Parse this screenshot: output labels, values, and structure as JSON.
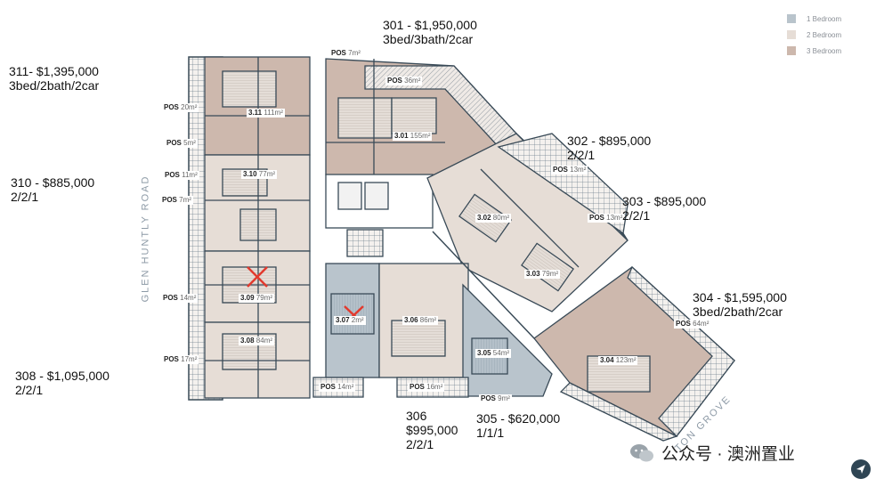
{
  "legend": [
    {
      "label": "1 Bedroom",
      "color": "#b9c4cc"
    },
    {
      "label": "2 Bedroom",
      "color": "#e6ddd6"
    },
    {
      "label": "3 Bedroom",
      "color": "#cdb8ad"
    }
  ],
  "road_label": "GLEN HUNTLY ROAD",
  "street_label": "TON GROVE",
  "pos_label": "POS",
  "units": [
    {
      "id": "3.11",
      "area": "111m²"
    },
    {
      "id": "3.01",
      "area": "155m²"
    },
    {
      "id": "3.10",
      "area": "77m²"
    },
    {
      "id": "3.02",
      "area": "80m²"
    },
    {
      "id": "3.09",
      "area": "79m²"
    },
    {
      "id": "3.03",
      "area": "79m²"
    },
    {
      "id": "3.07",
      "area": "2m²"
    },
    {
      "id": "3.06",
      "area": "86m²"
    },
    {
      "id": "3.08",
      "area": "84m²"
    },
    {
      "id": "3.05",
      "area": "54m²"
    },
    {
      "id": "3.04",
      "area": "123m²"
    }
  ],
  "pos": [
    {
      "area": "7m²"
    },
    {
      "area": "36m²"
    },
    {
      "area": "20m²"
    },
    {
      "area": "5m²"
    },
    {
      "area": "11m²"
    },
    {
      "area": "7m²"
    },
    {
      "area": "13m²"
    },
    {
      "area": "13m²"
    },
    {
      "area": "14m²"
    },
    {
      "area": "64m²"
    },
    {
      "area": "17m²"
    },
    {
      "area": "14m²"
    },
    {
      "area": "16m²"
    },
    {
      "area": "9m²"
    }
  ],
  "prices": {
    "p301": "301 - $1,950,000\n3bed/3bath/2car",
    "p311": "311- $1,395,000\n3bed/2bath/2car",
    "p302": "302 - $895,000\n2/2/1",
    "p310": "310 - $885,000\n2/2/1",
    "p303": "303 - $895,000\n2/2/1",
    "p304": "304 - $1,595,000\n3bed/2bath/2car",
    "p308": "308 - $1,095,000\n2/2/1",
    "p306": "306\n$995,000\n2/2/1",
    "p305": "305 - $620,000\n1/1/1"
  },
  "watermark": "公众号 · 澳洲置业"
}
